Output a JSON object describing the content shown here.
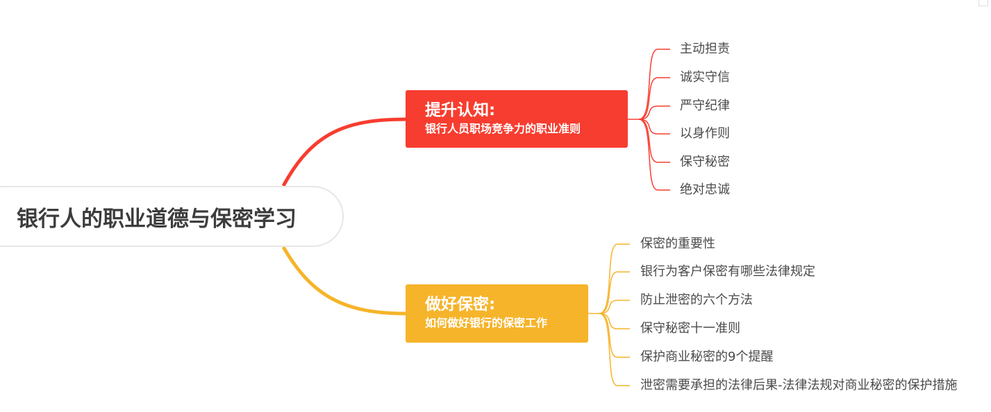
{
  "root": {
    "title": "银行人的职业道德与保密学习"
  },
  "branches": [
    {
      "title": "提升认知:",
      "subtitle": "银行人员职场竞争力的职业准则",
      "color": "#f73d2f",
      "leaves": [
        "主动担责",
        "诚实守信",
        "严守纪律",
        "以身作则",
        "保守秘密",
        "绝对忠诚"
      ]
    },
    {
      "title": "做好保密:",
      "subtitle": "如何做好银行的保密工作",
      "color": "#f6b42a",
      "leaves": [
        "保密的重要性",
        "银行为客户保密有哪些法律规定",
        "防止泄密的六个方法",
        "保守秘密十一准则",
        "保护商业秘密的9个提醒",
        "泄密需要承担的法律后果-法律法规对商业秘密的保护措施"
      ]
    }
  ]
}
